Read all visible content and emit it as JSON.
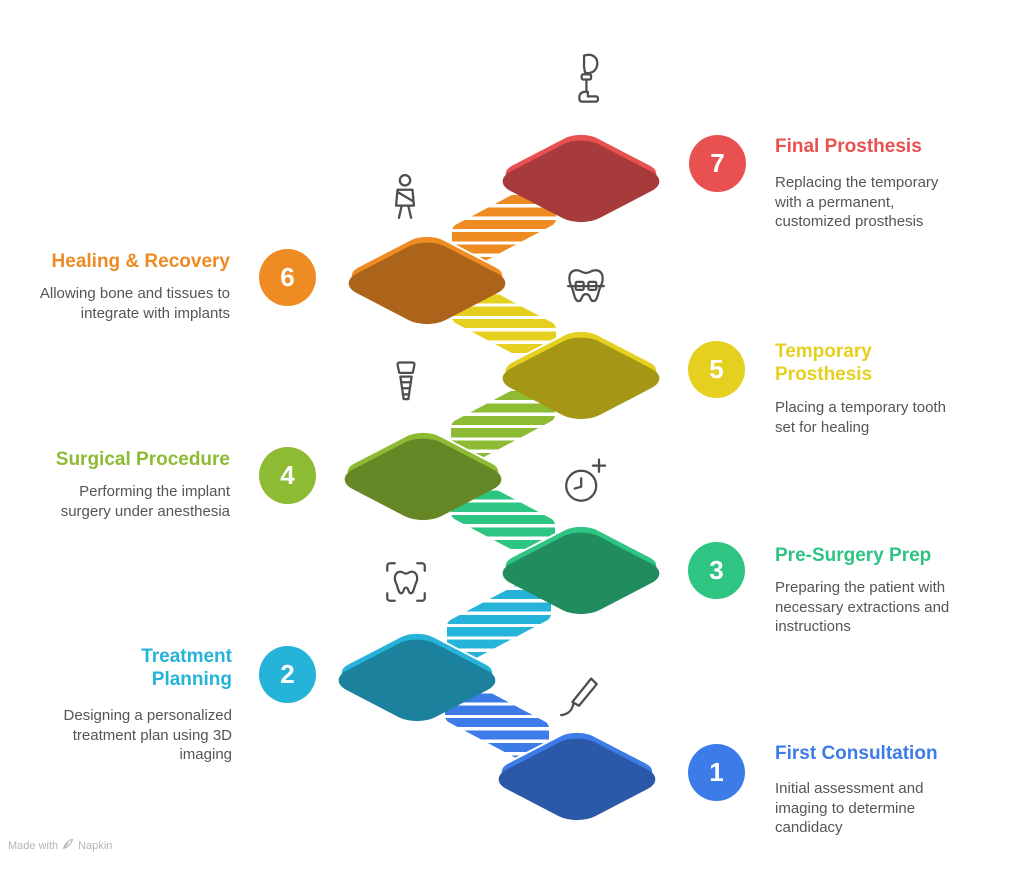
{
  "watermark": {
    "prefix": "Made with",
    "brand": "Napkin"
  },
  "steps": [
    {
      "number": "1",
      "title": "First Consultation",
      "description": "Initial assessment and imaging to determine candidacy",
      "color": "#3d7ce8",
      "icon": "dental-probe-icon",
      "side": "right"
    },
    {
      "number": "2",
      "title": "Treatment Planning",
      "description": "Designing a personalized treatment plan using 3D imaging",
      "color": "#26b3d9",
      "icon": "tooth-scan-icon",
      "side": "left"
    },
    {
      "number": "3",
      "title": "Pre-Surgery Prep",
      "description": "Preparing the patient with necessary extractions and instructions",
      "color": "#2ec482",
      "icon": "clock-plus-icon",
      "side": "right"
    },
    {
      "number": "4",
      "title": "Surgical Procedure",
      "description": "Performing the implant surgery under anesthesia",
      "color": "#8dbb33",
      "icon": "dental-implant-icon",
      "side": "left"
    },
    {
      "number": "5",
      "title": "Temporary Prosthesis",
      "description": "Placing a temporary tooth set for healing",
      "color": "#e6d01f",
      "icon": "braces-tooth-icon",
      "side": "right"
    },
    {
      "number": "6",
      "title": "Healing & Recovery",
      "description": "Allowing bone and tissues to integrate with implants",
      "color": "#ee8b23",
      "icon": "person-sling-icon",
      "side": "left"
    },
    {
      "number": "7",
      "title": "Final Prosthesis",
      "description": "Replacing the temporary with a permanent, customized prosthesis",
      "color": "#e85150",
      "icon": "prosthetic-leg-icon",
      "side": "right"
    }
  ]
}
